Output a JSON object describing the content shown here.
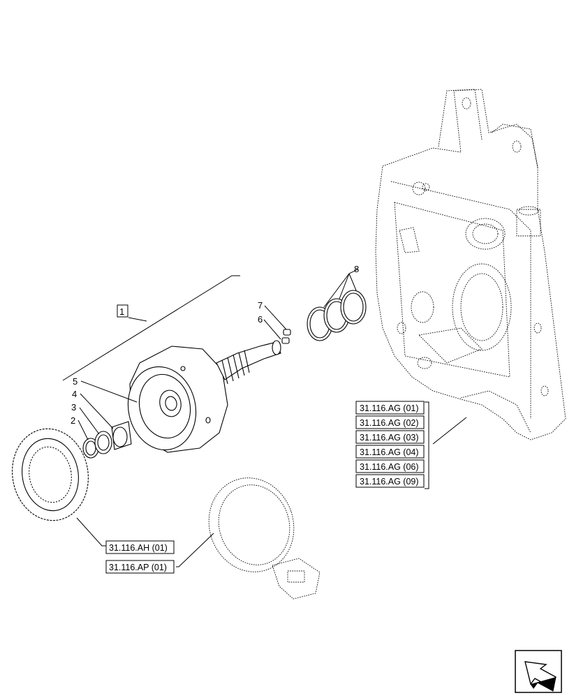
{
  "diagram": {
    "item_numbers": [
      "1",
      "2",
      "3",
      "4",
      "5",
      "6",
      "7",
      "8"
    ],
    "housing_refs": [
      "31.116.AG (01)",
      "31.116.AG (02)",
      "31.116.AG (03)",
      "31.116.AG (04)",
      "31.116.AG (06)",
      "31.116.AG (09)"
    ],
    "clutch_ref": "31.116.AH (01)",
    "band_ref": "31.116.AP (01)",
    "nav_icon": "arrow-back-icon"
  }
}
